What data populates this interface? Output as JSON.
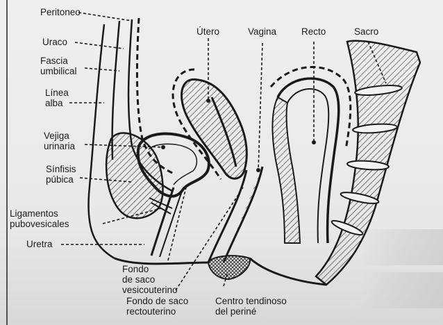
{
  "figure": {
    "labels": {
      "peritoneo": "Peritoneo",
      "uraco": "Uraco",
      "fascia_umbilical": "Fascia\numbilical",
      "linea_alba": "Línea\nalba",
      "vejiga_urinaria": "Vejiga\nurinaria",
      "sinfisis_pubica": "Sínfisis\npúbica",
      "ligamentos_pubovesicales": "Ligamentos\npubovesicales",
      "uretra": "Uretra",
      "fondo_saco_vesicouterino": "Fondo\nde saco\nvesicouterino",
      "fondo_saco_rectouterino": "Fondo de saco\nrectouterino",
      "centro_tendinoso": "Centro tendinoso\ndel periné",
      "utero": "Útero",
      "vagina": "Vagina",
      "recto": "Recto",
      "sacro": "Sacro"
    },
    "colors": {
      "ink": "#1a1a1a",
      "hatch": "#2a2a2a",
      "paper": "#ececec"
    }
  }
}
